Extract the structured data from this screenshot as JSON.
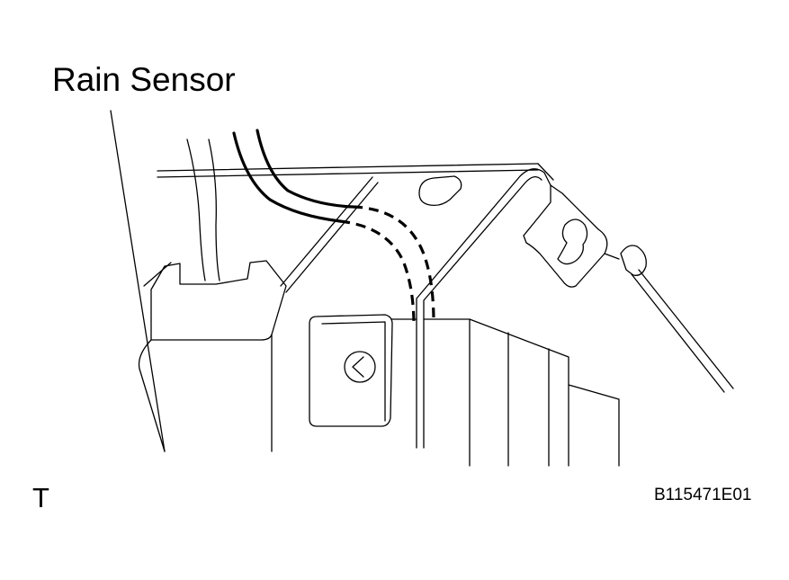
{
  "diagram": {
    "callout_label": "Rain Sensor",
    "corner_mark": "T",
    "figure_id": "B115471E01",
    "colors": {
      "line": "#000000",
      "background": "#ffffff"
    }
  }
}
